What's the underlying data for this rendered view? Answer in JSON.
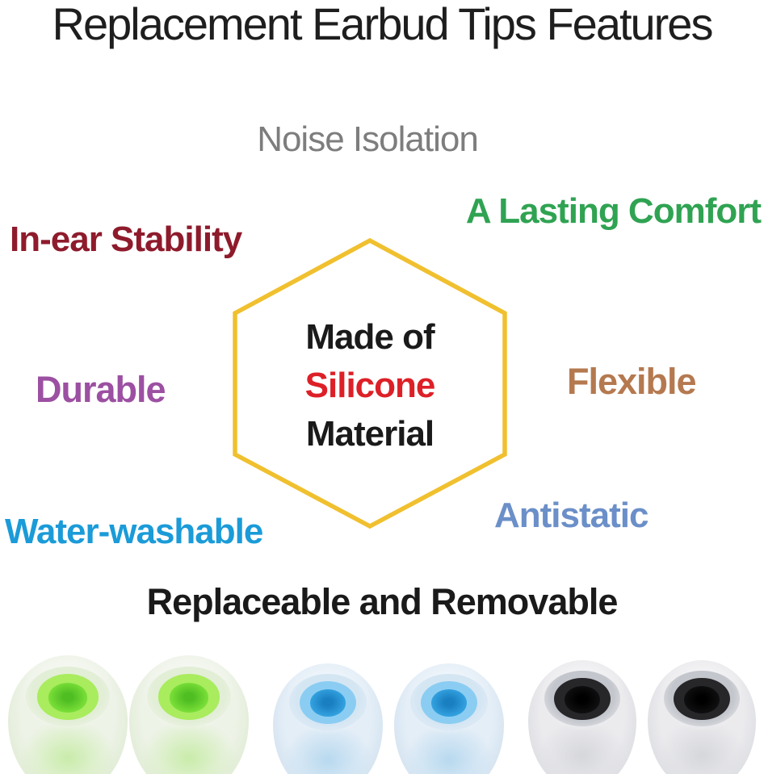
{
  "page": {
    "title": "Replacement Earbud Tips Features",
    "title_color": "#1e1e1e",
    "background": "#ffffff"
  },
  "features": [
    {
      "id": "noise-isolation",
      "label": "Noise Isolation",
      "color": "#7d7d7d"
    },
    {
      "id": "lasting-comfort",
      "label": "A Lasting Comfort",
      "color": "#2fa352"
    },
    {
      "id": "in-ear-stability",
      "label": "In-ear Stability",
      "color": "#8e1b2c"
    },
    {
      "id": "durable",
      "label": "Durable",
      "color": "#9c50a2"
    },
    {
      "id": "flexible",
      "label": "Flexible",
      "color": "#b5794f"
    },
    {
      "id": "antistatic",
      "label": "Antistatic",
      "color": "#6b8fc8"
    },
    {
      "id": "water-washable",
      "label": "Water-washable",
      "color": "#1b9bd8"
    },
    {
      "id": "replaceable",
      "label": "Replaceable and Removable",
      "color": "#1a1a1a"
    }
  ],
  "hexagon": {
    "stroke_color": "#f0c02f",
    "lines": [
      {
        "text": "Made of",
        "color": "#1a1a1a"
      },
      {
        "text": "Silicone",
        "color": "#dd2027"
      },
      {
        "text": "Material",
        "color": "#1a1a1a"
      }
    ]
  },
  "earbud_groups": [
    {
      "name": "green-silicone-tip",
      "count": 2,
      "colors": {
        "body": "#eef3e8",
        "body-deep": "#d7e7c8",
        "glow": "#c9ecaa",
        "collar": "#e2eed6",
        "ring": "#a9ec5e",
        "hole": "#7fe23a",
        "hole-deep": "#4fbe23"
      }
    },
    {
      "name": "blue-silicone-tip",
      "count": 2,
      "colors": {
        "body": "#e4eef7",
        "body-deep": "#c9dcec",
        "glow": "#b8d9ef",
        "collar": "#d5e6f3",
        "ring": "#8bcdf2",
        "hole": "#36a5e3",
        "hole-deep": "#1a7fc0"
      }
    },
    {
      "name": "black-silicone-tip",
      "count": 2,
      "colors": {
        "body": "#ebebee",
        "body-deep": "#d3d5da",
        "glow": "#d6d7db",
        "collar": "#c3c6cc",
        "ring": "#27272a",
        "hole": "#111113",
        "hole-deep": "#000000"
      }
    }
  ]
}
